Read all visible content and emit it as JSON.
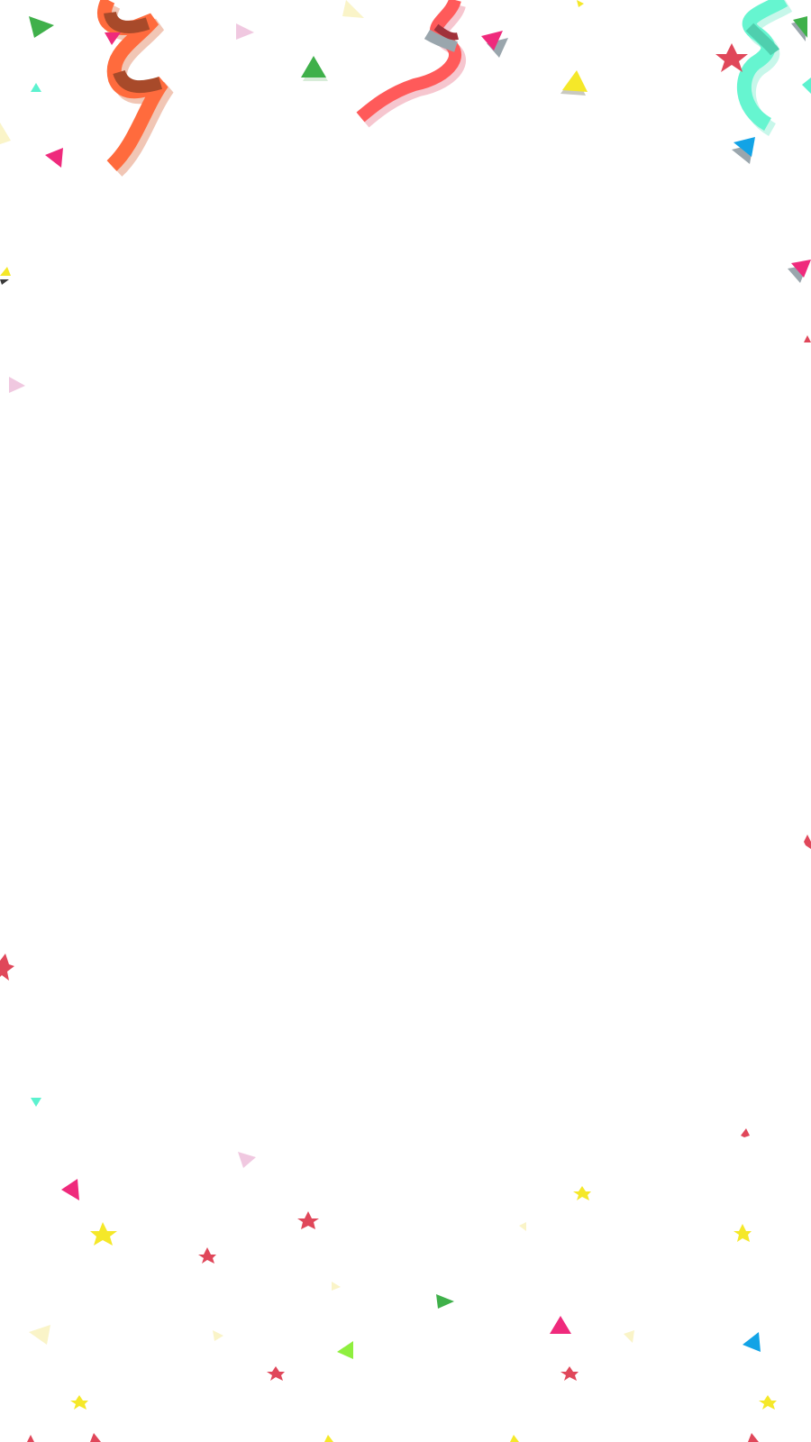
{
  "background_color": "#ffffff",
  "decoration": {
    "kind": "confetti",
    "streamers": [
      {
        "name": "orange-streamer",
        "color": "#ff6b3d",
        "shade": "#a84a2a"
      },
      {
        "name": "red-streamer",
        "color": "#ff5a5a",
        "shade": "#9e9e9e"
      },
      {
        "name": "teal-streamer",
        "color": "#66f5d0",
        "shade": "#4fcfae"
      }
    ],
    "palette": {
      "green": "#3fb04a",
      "magenta": "#ef2a7c",
      "pink-light": "#f0c8e0",
      "cream": "#faf4c8",
      "yellow": "#f5e829",
      "aqua": "#5cf2cf",
      "blue": "#12a3e6",
      "red-star": "#e0475a",
      "lime": "#8fef3f",
      "shadow": "#9aa6ad"
    }
  }
}
